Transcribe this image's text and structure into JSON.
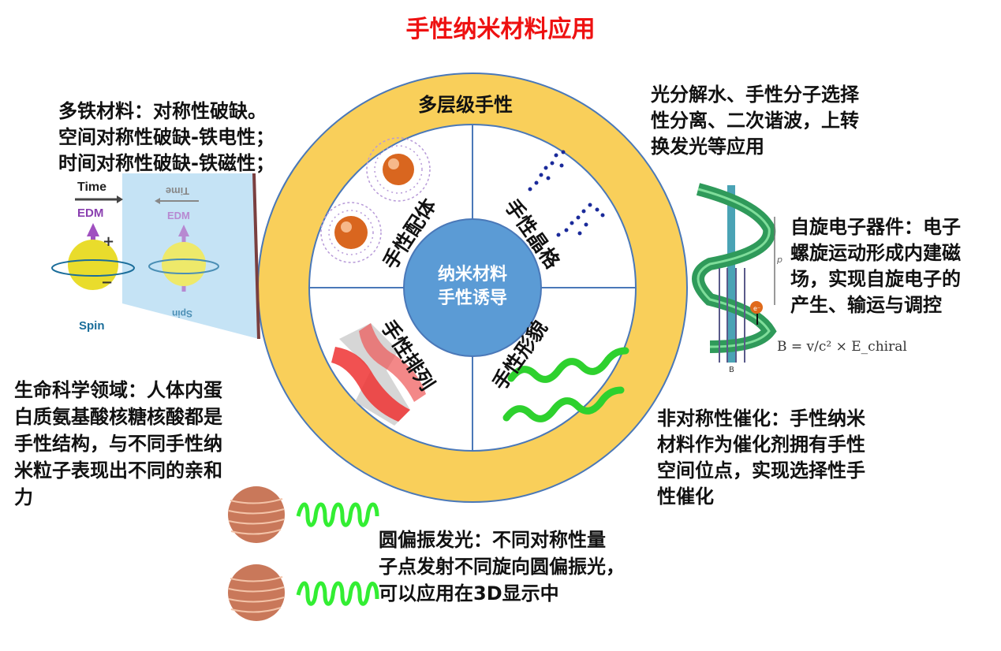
{
  "title": "手性纳米材料应用",
  "ring": {
    "outer_label": "多层级手性",
    "center_lines": [
      "纳米材料",
      "手性诱导"
    ],
    "quadrants": [
      "手性配体",
      "手性晶格",
      "手性排列",
      "手性形貌"
    ]
  },
  "annotations": {
    "multiferroic": [
      "多铁材料：对称性破缺。",
      "空间对称性破缺-铁电性；",
      "时间对称性破缺-铁磁性；"
    ],
    "photo": [
      "光分解水、手性分子选择",
      "性分离、二次谐波，上转",
      "换发光等应用"
    ],
    "spin": [
      "自旋电子器件：电子",
      "螺旋运动形成内建磁",
      "场，实现自旋电子的",
      "产生、输运与调控"
    ],
    "life": [
      "生命科学领域：人体内蛋",
      "白质氨基酸核糖核酸都是",
      "手性结构，与不同手性纳",
      "米粒子表现出不同的亲和",
      "力"
    ],
    "catalysis": [
      "非对称性催化：手性纳米",
      "材料作为催化剂拥有手性",
      "空间位点，实现选择性手",
      "性催化"
    ],
    "cpl": [
      "圆偏振发光：不同对称性量",
      "子点发射不同旋向圆偏振光，",
      "可以应用在3D显示中"
    ]
  },
  "figure_labels": {
    "time": "Time",
    "edm": "EDM",
    "spin": "Spin",
    "time_mirror": "Time",
    "edm_mirror": "EDM",
    "spin_mirror": "Spin",
    "pitch": "p",
    "field": "B",
    "electron": "e⁻",
    "formula": "B = v/c² × E_chiral"
  },
  "colors": {
    "title": "#ee1111",
    "ring": "#f9cf5a",
    "center": "#5b9bd5",
    "helix": "#3aa85f",
    "spring": "#33ee33"
  }
}
